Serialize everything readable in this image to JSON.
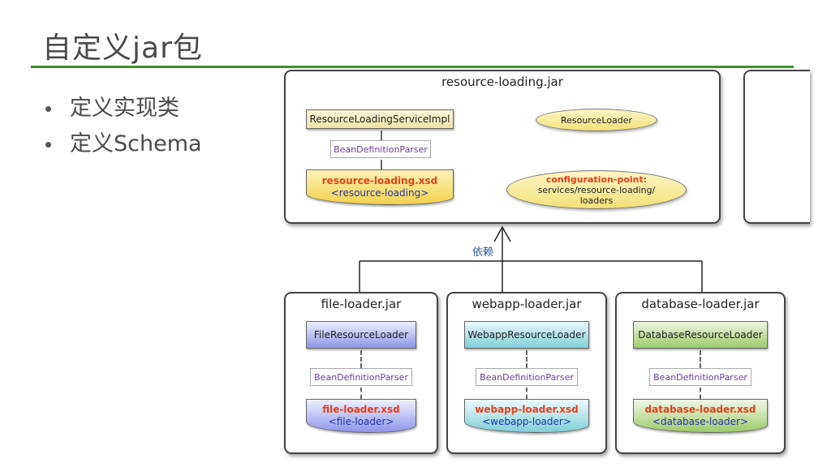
{
  "slide": {
    "title": "自定义jar包",
    "bullets": [
      "定义实现类",
      "定义Schema"
    ]
  },
  "diagram": {
    "main_panel": {
      "title": "resource-loading.jar",
      "impl": "ResourceLoadingServiceImpl",
      "parser": "BeanDefinitionParser",
      "xsd_name": "resource-loading.xsd",
      "xsd_tag": "<resource-loading>",
      "interface": "ResourceLoader",
      "config_point_label": "configuration-point:",
      "config_point_path1": "services/resource-loading/",
      "config_point_path2": "loaders"
    },
    "dependency_label": "依赖",
    "loaders": [
      {
        "title": "file-loader.jar",
        "impl": "FileResourceLoader",
        "parser": "BeanDefinitionParser",
        "xsd_name": "file-loader.xsd",
        "xsd_tag": "<file-loader>",
        "color": "#8f95e8"
      },
      {
        "title": "webapp-loader.jar",
        "impl": "WebappResourceLoader",
        "parser": "BeanDefinitionParser",
        "xsd_name": "webapp-loader.xsd",
        "xsd_tag": "<webapp-loader>",
        "color": "#7fcfd8"
      },
      {
        "title": "database-loader.jar",
        "impl": "DatabaseResourceLoader",
        "parser": "BeanDefinitionParser",
        "xsd_name": "database-loader.xsd",
        "xsd_tag": "<database-loader>",
        "color": "#9ccb6a"
      }
    ]
  }
}
